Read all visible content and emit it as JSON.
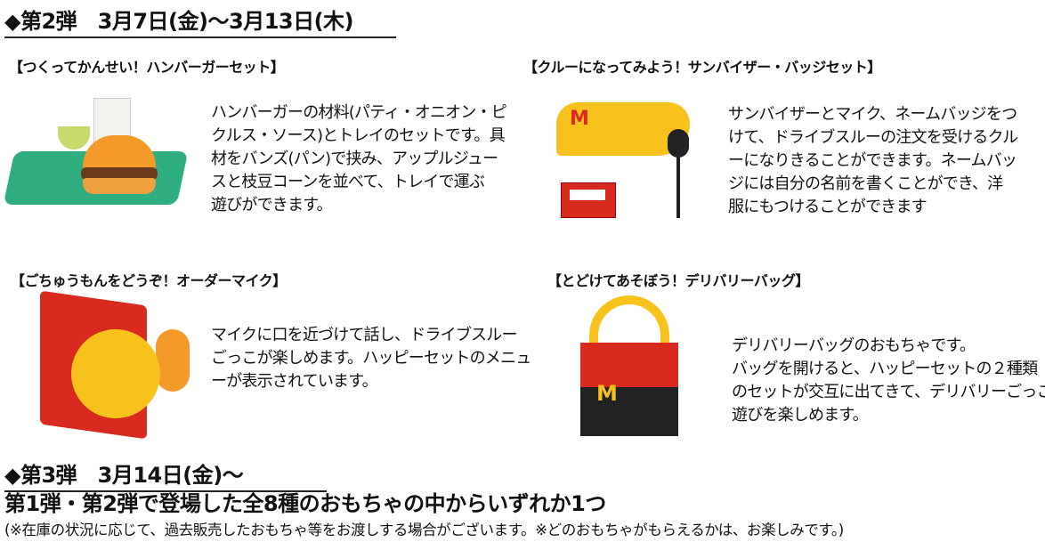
{
  "section2": {
    "heading": "◆第2弾　3月7日(金)～3月13日(木)"
  },
  "items": [
    {
      "title": "【つくってかんせい！ハンバーガーセット】",
      "image": "hamburger-set-toy",
      "lines": [
        "ハンバーガーの材料(パティ・オニオン・ピ",
        "クルス・ソース)とトレイのセットです。具",
        "材をバンズ(パン)で挟み、アップルジュー",
        "スと枝豆コーンを並べて、トレイで運ぶ",
        "遊びができます。"
      ]
    },
    {
      "title": "【クルーになってみよう！サンバイザー・バッジセット】",
      "image": "sun-visor-badge-set-toy",
      "lines": [
        "サンバイザーとマイク、ネームバッジをつ",
        "けて、ドライブスルーの注文を受けるクル",
        "ーになりきることができます。ネームバッ",
        "ジには自分の名前を書くことができ、洋",
        "服にもつけることができます"
      ]
    },
    {
      "title": "【ごちゅうもんをどうぞ！オーダーマイク】",
      "image": "order-mic-toy",
      "lines": [
        "マイクに口を近づけて話し、ドライブスルー",
        "ごっこが楽しめます。ハッピーセットのメニュ",
        "ーが表示されています。"
      ]
    },
    {
      "title": "【とどけてあそぼう！デリバリーバッグ】",
      "image": "delivery-bag-toy",
      "lines": [
        "デリバリーバッグのおもちゃです。",
        "バッグを開けると、ハッピーセットの２種類",
        "のセットが交互に出てきて、デリバリーごっこ",
        "遊びを楽しめます。"
      ]
    }
  ],
  "section3": {
    "heading": "◆第3弾　3月14日(金)～",
    "subheading": "第1弾・第2弾で登場した全8種のおもちゃの中からいずれか1つ",
    "note": "(※在庫の状況に応じて、過去販売したおもちゃ等をお渡しする場合がございます。※どのおもちゃがもらえるかは、お楽しみです。)"
  },
  "colors": {
    "mcd_red": "#d82a1e",
    "mcd_yellow": "#f8c21c",
    "tray_green": "#2fae7f"
  }
}
